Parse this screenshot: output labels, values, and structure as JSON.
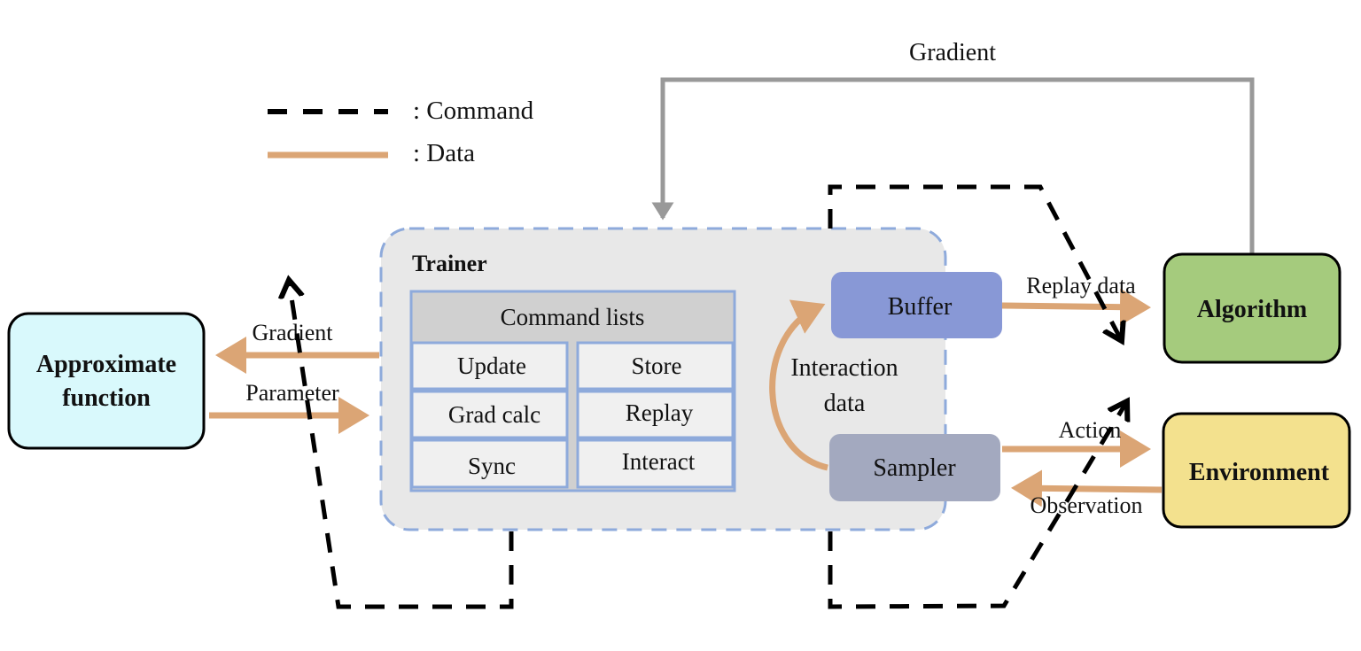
{
  "legend": {
    "command_label": ": Command",
    "data_label": ": Data"
  },
  "colors": {
    "data_arrow": "#dba575",
    "command_line": "#000000",
    "gradient_line": "#999999",
    "trainer_bg": "#e8e8e8",
    "trainer_border": "#8eaadb",
    "approx_fill": "#d9f9fc",
    "buffer_fill": "#8898d6",
    "sampler_fill": "#a3a9bf",
    "algorithm_fill": "#a5cb7d",
    "environment_fill": "#f3e18e",
    "cmd_header_fill": "#d0d0d0",
    "cell_fill": "#f0f0f0"
  },
  "nodes": {
    "approx": [
      "Approximate",
      "function"
    ],
    "trainer": "Trainer",
    "buffer": "Buffer",
    "sampler": "Sampler",
    "algorithm": "Algorithm",
    "environment": "Environment"
  },
  "command_lists": {
    "header": "Command lists",
    "left": [
      "Update",
      "Grad calc",
      "Sync"
    ],
    "right": [
      "Store",
      "Replay",
      "Interact"
    ]
  },
  "edges": {
    "top_gradient": "Gradient",
    "gradient": "Gradient",
    "parameter": "Parameter",
    "replay_data": "Replay data",
    "interaction_data": [
      "Interaction",
      "data"
    ],
    "action": "Action",
    "observation": "Observation"
  }
}
